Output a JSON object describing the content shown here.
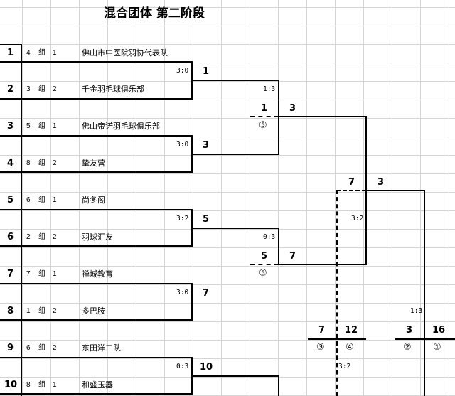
{
  "title": "混合团体 第二阶段",
  "group_label": "组",
  "entries": [
    {
      "seed": "1",
      "group": "4",
      "pos": "1",
      "team": "佛山市中医院羽协代表队"
    },
    {
      "seed": "2",
      "group": "3",
      "pos": "2",
      "team": "千金羽毛球俱乐部"
    },
    {
      "seed": "3",
      "group": "5",
      "pos": "1",
      "team": "佛山帝诺羽毛球俱乐部"
    },
    {
      "seed": "4",
      "group": "8",
      "pos": "2",
      "team": "挚友营"
    },
    {
      "seed": "5",
      "group": "6",
      "pos": "1",
      "team": "尚冬阁"
    },
    {
      "seed": "6",
      "group": "2",
      "pos": "2",
      "team": "羽球汇友"
    },
    {
      "seed": "7",
      "group": "7",
      "pos": "1",
      "team": "禅城教育"
    },
    {
      "seed": "8",
      "group": "1",
      "pos": "2",
      "team": "多巴胺"
    },
    {
      "seed": "9",
      "group": "6",
      "pos": "2",
      "team": "东田洋二队"
    },
    {
      "seed": "10",
      "group": "8",
      "pos": "1",
      "team": "和盛玉器"
    }
  ],
  "round1": [
    {
      "score": "3:0",
      "winner": "1"
    },
    {
      "score": "3:0",
      "winner": "3"
    },
    {
      "score": "3:2",
      "winner": "5"
    },
    {
      "score": "3:0",
      "winner": "7"
    },
    {
      "score": "0:3",
      "winner": "10"
    }
  ],
  "round2": [
    {
      "score": "1:3",
      "winner": "3",
      "match_no": "1",
      "match_mark": "⑤"
    },
    {
      "score": "0:3",
      "winner": "7",
      "match_no": "5",
      "match_mark": "⑤"
    }
  ],
  "round3": {
    "score": "3:2",
    "winner": "3",
    "match_no": "7"
  },
  "round4_score": "1:3",
  "lower_score": "3:2",
  "bottom_pairs": [
    {
      "num": "7",
      "mark": "③"
    },
    {
      "num": "12",
      "mark": "④"
    },
    {
      "num": "3",
      "mark": "②"
    },
    {
      "num": "16",
      "mark": "①"
    }
  ]
}
